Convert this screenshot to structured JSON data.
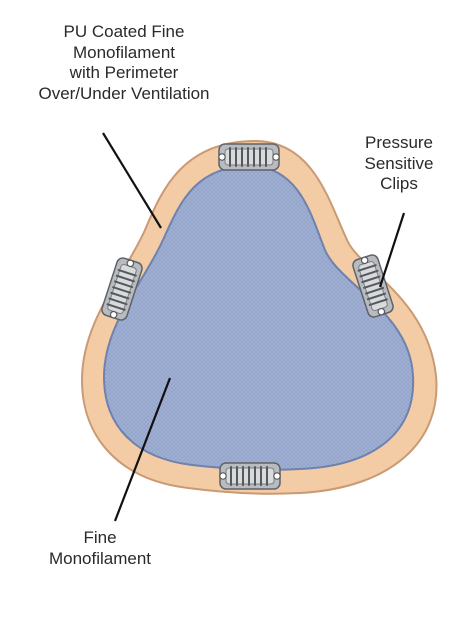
{
  "labels": {
    "pu_coated": [
      "PU Coated Fine",
      "Monofilament",
      "with Perimeter",
      "Over/Under Ventilation"
    ],
    "clips": [
      "Pressure",
      "Sensitive",
      "Clips"
    ],
    "fine": [
      "Fine",
      "Monofilament"
    ]
  },
  "colors": {
    "perimeter_fill": "#f3cba4",
    "perimeter_stroke": "#c99a74",
    "mesh_fill": "#9fb0d3",
    "mesh_stroke": "#6e82b0",
    "clip": "#b4b8bc",
    "clip_dark": "#6c7074",
    "leader": "#111111"
  },
  "icons": [
    "wig-clip-icon"
  ]
}
